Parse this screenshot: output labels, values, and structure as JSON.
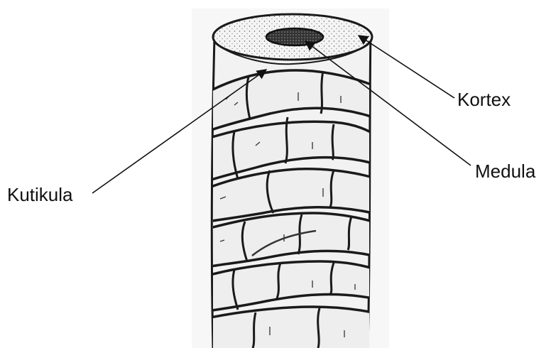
{
  "diagram": {
    "labels": {
      "cortex": "Kortex",
      "medulla": "Medula",
      "cuticle": "Kutikula"
    }
  },
  "colors": {
    "ink": "#1a1a1a",
    "paper": "#f4f4f4",
    "shade": "#dcdcdc"
  }
}
